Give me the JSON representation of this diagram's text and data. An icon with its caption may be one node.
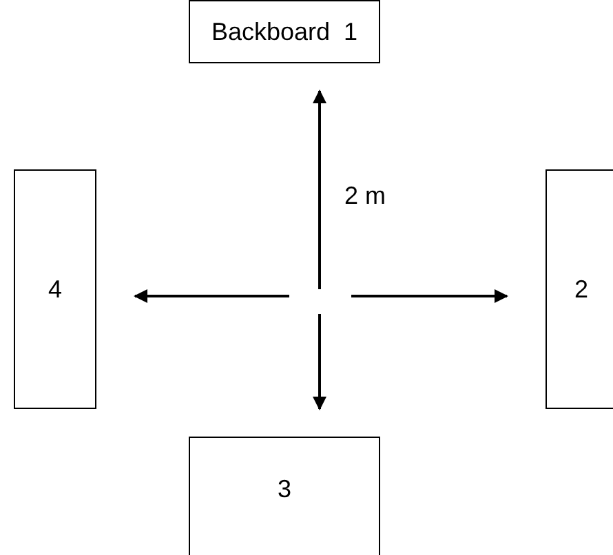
{
  "diagram": {
    "nodes": [
      {
        "text": [
          "Backboard  1"
        ]
      },
      {
        "text": [
          "4"
        ]
      },
      {
        "text": [
          "2"
        ]
      },
      {
        "text": [
          "3"
        ]
      }
    ],
    "edges": [
      {
        "from": null,
        "to": 0,
        "arrow": "to",
        "label": "2 m"
      },
      {
        "from": null,
        "to": 1,
        "arrow": "to"
      },
      {
        "from": null,
        "to": 2,
        "arrow": "to"
      },
      {
        "from": null,
        "to": 3,
        "arrow": "to"
      }
    ]
  }
}
